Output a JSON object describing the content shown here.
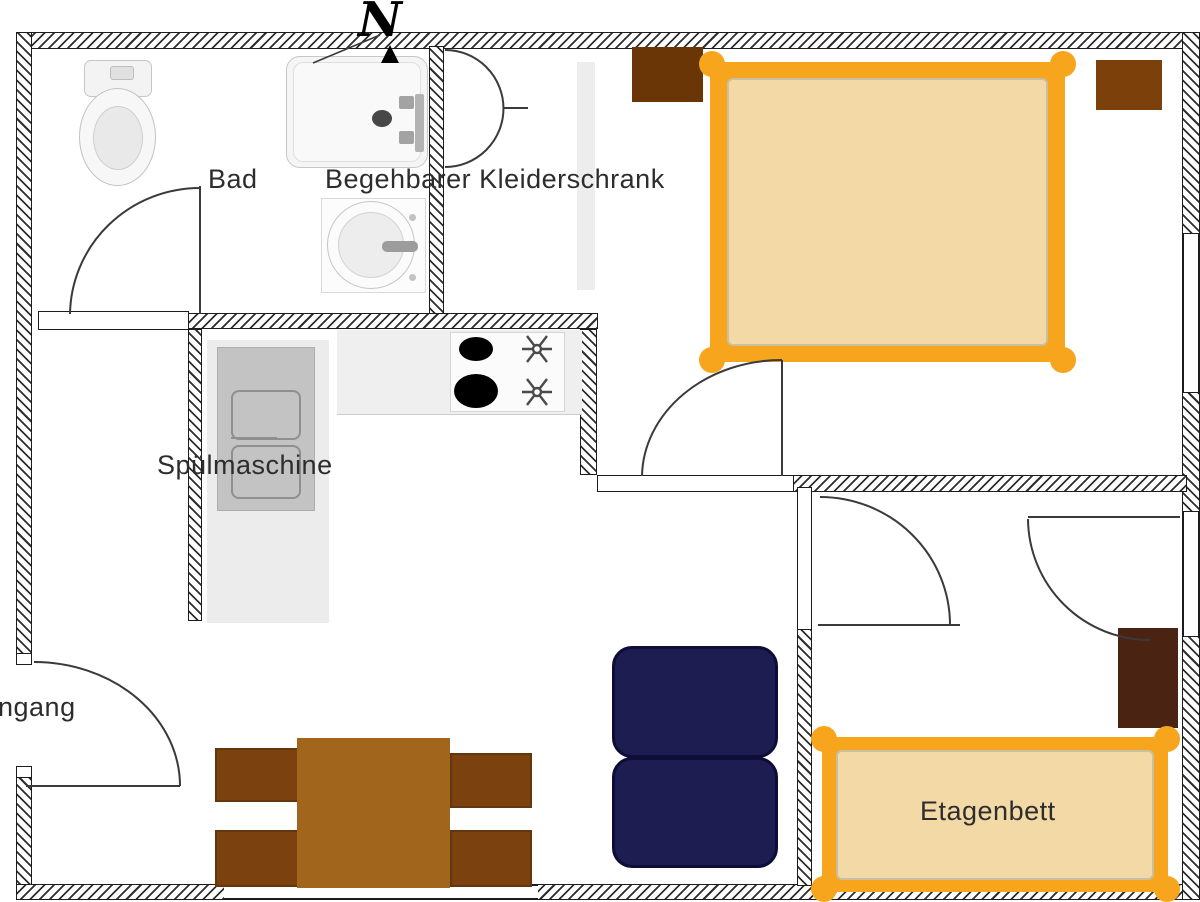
{
  "labels": {
    "north": "N",
    "bathroom": "Bad",
    "closet": "Begehbarer Kleiderschrank",
    "dishwasher": "Spülmaschine",
    "bunk_bed": "Etagenbett",
    "entrance": "ngang"
  },
  "colors": {
    "bed_frame": "#F6A51C",
    "mattress": "#F3D9A5",
    "wood_dark": "#5C2E0E",
    "nightstand_left": "#6B3606",
    "nightstand_right": "#7C400A",
    "wardrobe_dark": "#4A2313",
    "table_brown": "#A2651C",
    "chair_brown": "#7B4210",
    "sofa_navy": "#1D1D52",
    "wall_line": "#2E2E2E"
  }
}
